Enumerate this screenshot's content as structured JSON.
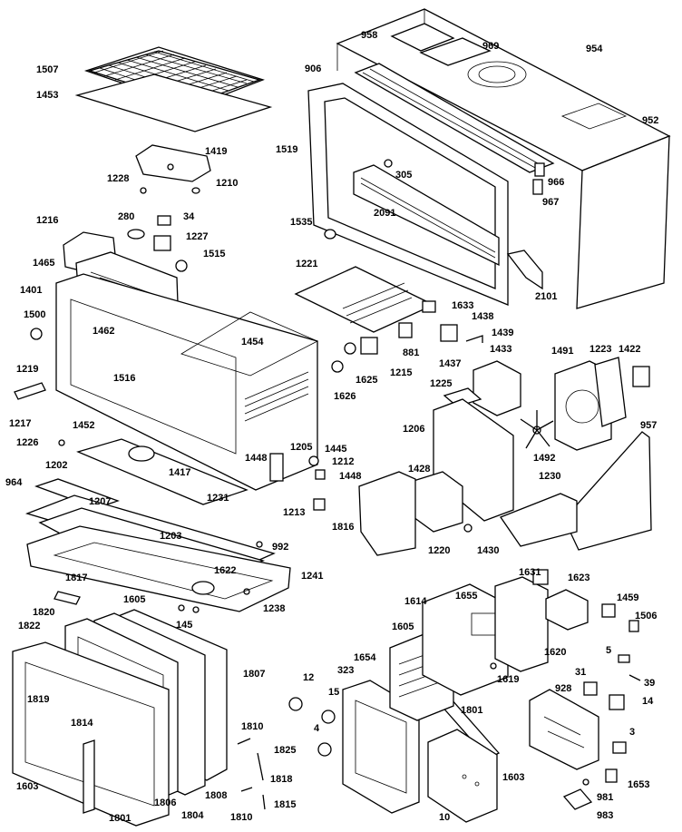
{
  "labels": [
    {
      "key": "p1507",
      "text": "1507"
    },
    {
      "key": "p1453",
      "text": "1453"
    },
    {
      "key": "p1419",
      "text": "1419"
    },
    {
      "key": "p1228a",
      "text": "1228"
    },
    {
      "key": "p1210",
      "text": "1210"
    },
    {
      "key": "p958",
      "text": "958"
    },
    {
      "key": "p969",
      "text": "969"
    },
    {
      "key": "p954",
      "text": "954"
    },
    {
      "key": "p906",
      "text": "906"
    },
    {
      "key": "p952",
      "text": "952"
    },
    {
      "key": "p1519",
      "text": "1519"
    },
    {
      "key": "p305",
      "text": "305"
    },
    {
      "key": "p966",
      "text": "966"
    },
    {
      "key": "p967",
      "text": "967"
    },
    {
      "key": "p2091",
      "text": "2091"
    },
    {
      "key": "p1216",
      "text": "1216"
    },
    {
      "key": "p280",
      "text": "280"
    },
    {
      "key": "p34",
      "text": "34"
    },
    {
      "key": "p1227",
      "text": "1227"
    },
    {
      "key": "p1535",
      "text": "1535"
    },
    {
      "key": "p1465",
      "text": "1465"
    },
    {
      "key": "p1515",
      "text": "1515"
    },
    {
      "key": "p1221",
      "text": "1221"
    },
    {
      "key": "p2101",
      "text": "2101"
    },
    {
      "key": "p1401",
      "text": "1401"
    },
    {
      "key": "p1633",
      "text": "1633"
    },
    {
      "key": "p1500",
      "text": "1500"
    },
    {
      "key": "p1462",
      "text": "1462"
    },
    {
      "key": "p1438",
      "text": "1438"
    },
    {
      "key": "p1439",
      "text": "1439"
    },
    {
      "key": "p881",
      "text": "881"
    },
    {
      "key": "p1437",
      "text": "1437"
    },
    {
      "key": "p1454",
      "text": "1454"
    },
    {
      "key": "p1215",
      "text": "1215"
    },
    {
      "key": "p1625",
      "text": "1625"
    },
    {
      "key": "p1626",
      "text": "1626"
    },
    {
      "key": "p1433",
      "text": "1433"
    },
    {
      "key": "p1491",
      "text": "1491"
    },
    {
      "key": "p1223",
      "text": "1223"
    },
    {
      "key": "p1422",
      "text": "1422"
    },
    {
      "key": "p1219",
      "text": "1219"
    },
    {
      "key": "p1516",
      "text": "1516"
    },
    {
      "key": "p1225",
      "text": "1225"
    },
    {
      "key": "p1217",
      "text": "1217"
    },
    {
      "key": "p1452",
      "text": "1452"
    },
    {
      "key": "p1206",
      "text": "1206"
    },
    {
      "key": "p1226",
      "text": "1226"
    },
    {
      "key": "p1448a",
      "text": "1448"
    },
    {
      "key": "p1205",
      "text": "1205"
    },
    {
      "key": "p1445",
      "text": "1445"
    },
    {
      "key": "p1492",
      "text": "1492"
    },
    {
      "key": "p957",
      "text": "957"
    },
    {
      "key": "p1202",
      "text": "1202"
    },
    {
      "key": "p1212",
      "text": "1212"
    },
    {
      "key": "p1417",
      "text": "1417"
    },
    {
      "key": "p1448b",
      "text": "1448"
    },
    {
      "key": "p1428",
      "text": "1428"
    },
    {
      "key": "p964",
      "text": "964"
    },
    {
      "key": "p1231",
      "text": "1231"
    },
    {
      "key": "p1230",
      "text": "1230"
    },
    {
      "key": "p1207",
      "text": "1207"
    },
    {
      "key": "p1213",
      "text": "1213"
    },
    {
      "key": "p1816",
      "text": "1816"
    },
    {
      "key": "p1203",
      "text": "1203"
    },
    {
      "key": "p992",
      "text": "992"
    },
    {
      "key": "p1220",
      "text": "1220"
    },
    {
      "key": "p1430",
      "text": "1430"
    },
    {
      "key": "p1241",
      "text": "1241"
    },
    {
      "key": "p1622",
      "text": "1622"
    },
    {
      "key": "p1817",
      "text": "1817"
    },
    {
      "key": "p1631",
      "text": "1631"
    },
    {
      "key": "p1623",
      "text": "1623"
    },
    {
      "key": "p1820a",
      "text": "1820"
    },
    {
      "key": "p1605",
      "text": "1605"
    },
    {
      "key": "p1238",
      "text": "1238"
    },
    {
      "key": "p1614",
      "text": "1614"
    },
    {
      "key": "p1655",
      "text": "1655"
    },
    {
      "key": "p1459",
      "text": "1459"
    },
    {
      "key": "p1506",
      "text": "1506"
    },
    {
      "key": "p145",
      "text": "145"
    },
    {
      "key": "p1822",
      "text": "1822"
    },
    {
      "key": "p1605b",
      "text": "1605"
    },
    {
      "key": "p1620",
      "text": "1620"
    },
    {
      "key": "p5",
      "text": "5"
    },
    {
      "key": "p1654",
      "text": "1654"
    },
    {
      "key": "p1807",
      "text": "1807"
    },
    {
      "key": "p31",
      "text": "31"
    },
    {
      "key": "p39",
      "text": "39"
    },
    {
      "key": "p12",
      "text": "12"
    },
    {
      "key": "p323",
      "text": "323"
    },
    {
      "key": "p1619",
      "text": "1619"
    },
    {
      "key": "p928",
      "text": "928"
    },
    {
      "key": "p1819",
      "text": "1819"
    },
    {
      "key": "p14",
      "text": "14"
    },
    {
      "key": "p15",
      "text": "15"
    },
    {
      "key": "p1814",
      "text": "1814"
    },
    {
      "key": "p1801a",
      "text": "1801"
    },
    {
      "key": "p1810a",
      "text": "1810"
    },
    {
      "key": "p4",
      "text": "4"
    },
    {
      "key": "p1825",
      "text": "1825"
    },
    {
      "key": "p3",
      "text": "3"
    },
    {
      "key": "p1603a",
      "text": "1603"
    },
    {
      "key": "p1806",
      "text": "1806"
    },
    {
      "key": "p1808",
      "text": "1808"
    },
    {
      "key": "p1818",
      "text": "1818"
    },
    {
      "key": "p1603b",
      "text": "1603"
    },
    {
      "key": "p1653",
      "text": "1653"
    },
    {
      "key": "p981",
      "text": "981"
    },
    {
      "key": "p1804",
      "text": "1804"
    },
    {
      "key": "p1810b",
      "text": "1810"
    },
    {
      "key": "p1815",
      "text": "1815"
    },
    {
      "key": "p1801b",
      "text": "1801"
    },
    {
      "key": "p10",
      "text": "10"
    },
    {
      "key": "p983",
      "text": "983"
    }
  ]
}
